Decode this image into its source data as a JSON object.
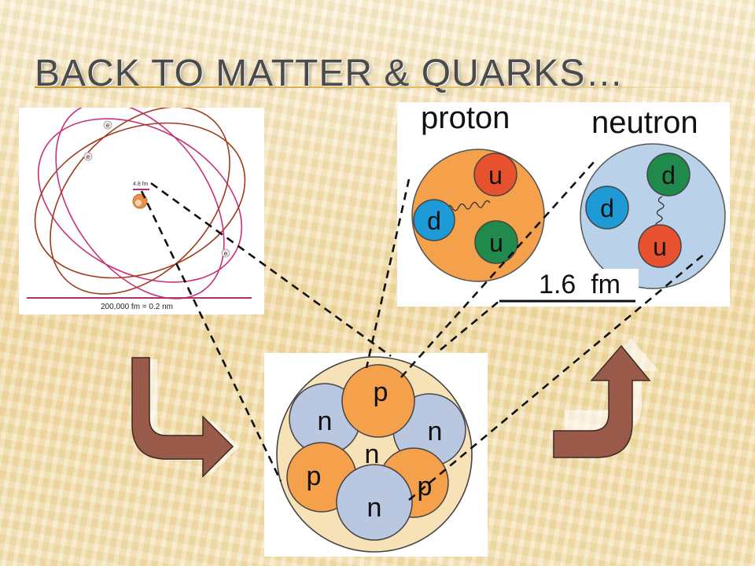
{
  "slide": {
    "title": "Back to Matter & Quarks…"
  },
  "atom_diagram": {
    "electron_label": "e",
    "nucleus_size_label": "4.8 fm",
    "scale_label": "200,000 fm = 0.2 nm",
    "colors": {
      "orbit_magenta": "#c8307a",
      "orbit_brown": "#a0391e",
      "scale_line": "#b0306c",
      "nucleus": "#e8904a"
    }
  },
  "nucleons_diagram": {
    "proton": {
      "title": "proton",
      "quarks": [
        "u",
        "d",
        "u"
      ]
    },
    "neutron": {
      "title": "neutron",
      "quarks": [
        "d",
        "d",
        "u"
      ]
    },
    "scale_label": "1.6  fm",
    "colors": {
      "proton_fill": "#f5a04a",
      "neutron_fill": "#b9d2ea",
      "up_quark": "#e8512e",
      "down_quark": "#1e9ad6",
      "down_quark_green": "#1f8a4c"
    }
  },
  "nucleus_diagram": {
    "nucleons": [
      "p",
      "n",
      "n",
      "p",
      "p",
      "n",
      "n"
    ],
    "colors": {
      "proton": "#f5a04a",
      "neutron": "#b9c8e0",
      "outer": "#f7e2b8"
    }
  },
  "arrows": {
    "color": "#9a5a4a",
    "icons": [
      "curved-arrow-down-right-icon",
      "curved-arrow-up-icon"
    ]
  }
}
